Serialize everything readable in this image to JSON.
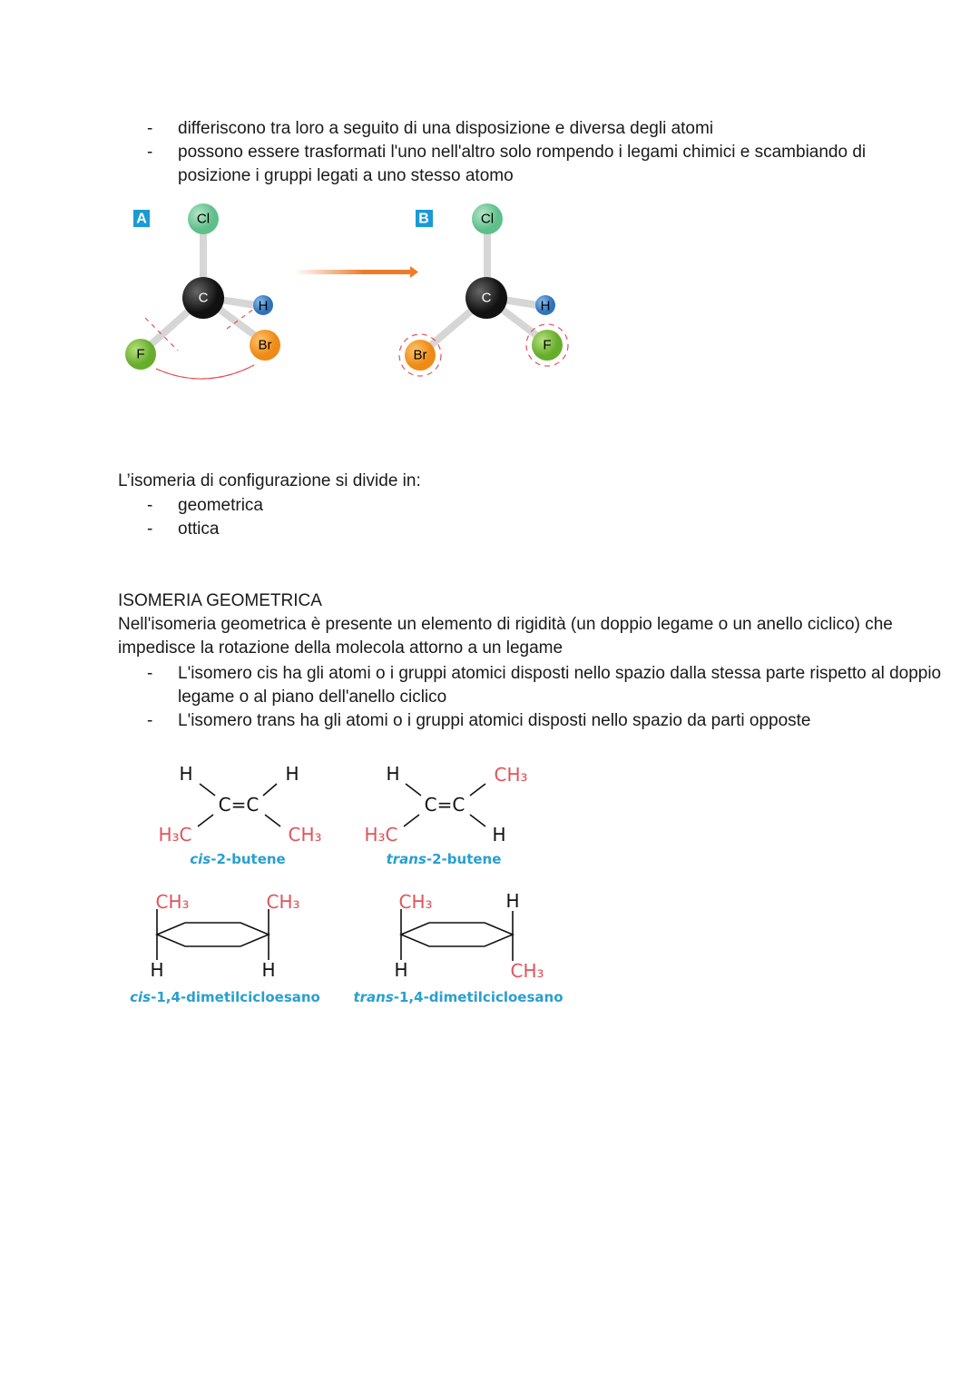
{
  "intro_bullets": [
    "differiscono tra loro a seguito di una disposizione e diversa degli atomi",
    "possono essere trasformati l'uno nell'altro solo rompendo i legami chimici e scambiando di",
    "posizione i gruppi legati a uno stesso atomo"
  ],
  "figure1": {
    "panel_a": {
      "label": "A",
      "atoms": {
        "top": "Cl",
        "center": "C",
        "right": "H",
        "lower_right": "Br",
        "lower_left": "F"
      }
    },
    "panel_b": {
      "label": "B",
      "atoms": {
        "top": "Cl",
        "center": "C",
        "right": "H",
        "lower_right": "F",
        "lower_left": "Br"
      }
    },
    "colors": {
      "cl": "#7fcfa5",
      "c": "#222222",
      "h": "#3f86cc",
      "br": "#f39a2a",
      "f": "#7cc242",
      "arrow": "#f07a2a",
      "label_bg": "#1a9ad6"
    }
  },
  "config": {
    "intro": "L’isomeria di configurazione si divide in:",
    "types": [
      "geometrica",
      "ottica"
    ]
  },
  "geometric": {
    "heading": "ISOMERIA GEOMETRICA",
    "paragraph": [
      "Nell'isomeria geometrica è presente un elemento di rigidità (un doppio legame o un anello ciclico) che",
      "impedisce la rotazione della molecola attorno a un legame"
    ],
    "bullets": [
      "L'isomero cis ha gli atomi o i gruppi atomici disposti nello spazio dalla stessa parte rispetto al doppio",
      "legame o al piano dell'anello ciclico",
      "L'isomero trans ha gli atomi o i gruppi atomici disposti nello spazio da parti opposte"
    ]
  },
  "figure2": {
    "cis_butene": {
      "tl": "H",
      "tr": "H",
      "core": "C=C",
      "bl": "H₃C",
      "br": "CH₃",
      "prefix": "cis",
      "name": "-2-butene"
    },
    "trans_butene": {
      "tl": "H",
      "tr": "CH₃",
      "core": "C=C",
      "bl": "H₃C",
      "br": "H",
      "prefix": "trans",
      "name": "-2-butene"
    },
    "cis_cyclo": {
      "tl": "CH₃",
      "tr": "CH₃",
      "bl": "H",
      "br": "H",
      "prefix": "cis",
      "name": "-1,4-dimetilcicloesano"
    },
    "trans_cyclo": {
      "tl": "CH₃",
      "tr": "H",
      "bl": "H",
      "br": "CH₃",
      "prefix": "trans",
      "name": "-1,4-dimetilcicloesano"
    }
  }
}
